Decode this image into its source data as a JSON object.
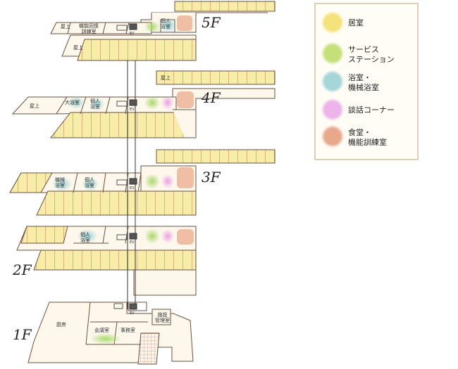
{
  "legend": [
    {
      "label": "居室",
      "color": "#f4e27a"
    },
    {
      "label": "サービス\nステーション",
      "color": "#c4e07a"
    },
    {
      "label": "浴室・\n機械浴室",
      "color": "#a6d6d8"
    },
    {
      "label": "談話コーナー",
      "color": "#ecb4ea"
    },
    {
      "label": "食堂・\n機能訓練室",
      "color": "#e8a88c"
    }
  ],
  "floors": [
    "5F",
    "4F",
    "3F",
    "2F",
    "1F"
  ],
  "rooms": {
    "roof5": "屋上",
    "training5": "機能回復\n訓練室",
    "private_bath5": "個人\n浴室",
    "roof5b": "屋上",
    "roof4": "屋上",
    "roof4b": "屋上",
    "big_bath4": "大浴室",
    "private_bath4": "個人\n浴室",
    "machine_bath3": "機械\n浴室",
    "private_bath3": "個人\n浴室",
    "private_bath2": "個人\n浴室",
    "kitchen1": "厨房",
    "meeting1": "会議室",
    "office1": "事務室",
    "management1": "施設\n管理室",
    "ev": "EV"
  }
}
